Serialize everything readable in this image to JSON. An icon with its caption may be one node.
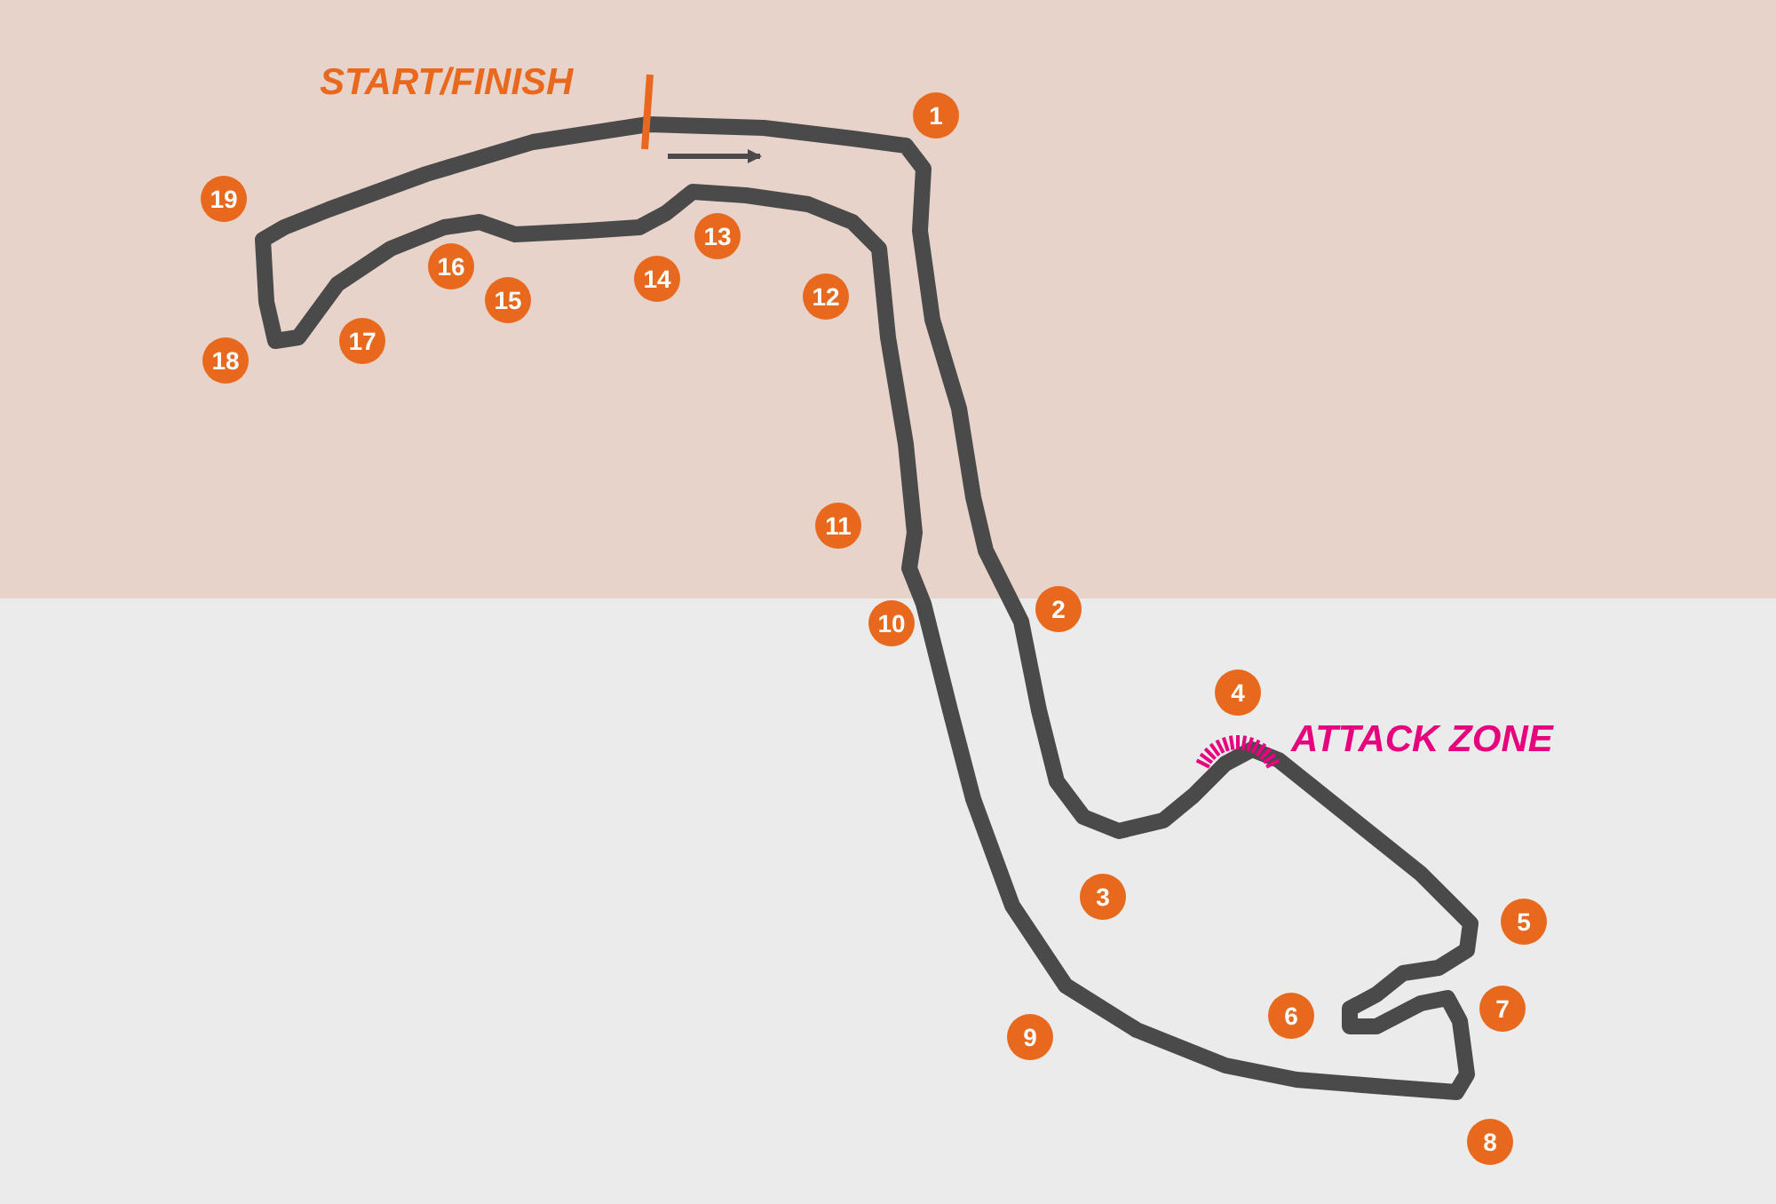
{
  "diagram": {
    "labels": [
      "START/FINISH",
      "1",
      "19",
      "13",
      "16",
      "14",
      "12",
      "15",
      "17",
      "18",
      "11",
      "2",
      "10",
      "4",
      "ATTACK ZONE",
      "3",
      "5",
      "6",
      "7",
      "9",
      "8"
    ]
  }
}
